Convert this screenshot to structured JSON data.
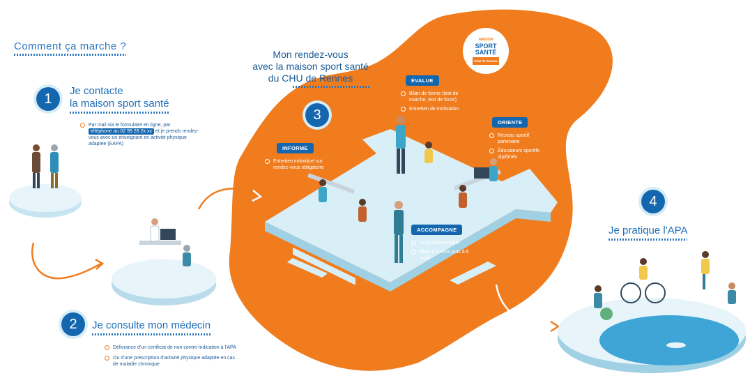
{
  "title": "Comment ça marche ?",
  "steps": [
    {
      "number": "1",
      "label_line1": "Je contacte",
      "label_line2": "la maison sport santé",
      "text_before": "Par mail via le formulaire en ligne,",
      "text_mid": "par",
      "chip": "téléphone au 02 99 28 2x xx",
      "text_after": "et je prends",
      "text2": "rendez-vous avec un enseignant en activité",
      "text3": "physique adaptée (EAPA)"
    },
    {
      "number": "2",
      "label": "Je consulte mon médecin",
      "bullets": [
        "Délivrance d'un certificat de non contre-indication à l'APA",
        "Ou d'une prescription d'activité physique adaptée en cas de maladie chronique"
      ]
    },
    {
      "number": "3",
      "label_line1": "Mon rendez-vous",
      "label_line2": "avec la maison sport santé",
      "label_line3": "du CHU de Rennes"
    },
    {
      "number": "4",
      "label": "Je pratique l'APA"
    }
  ],
  "logo": {
    "line1": "MAISON",
    "line2": "SPORT",
    "line3": "SANTÉ",
    "line4": "CHU de Rennes"
  },
  "boxes": {
    "evalue": {
      "tag": "ÉVALUE",
      "bullets": [
        "Bilan de forme (test de marche, test de force)",
        "Entretien de motivation"
      ]
    },
    "informe": {
      "tag": "INFORME",
      "bullets": [
        "Entretien individuel sur rendez-vous obligatoire"
      ]
    },
    "oriente": {
      "tag": "ORIENTE",
      "bullets": [
        "Réseau sportif partenaire",
        "Éducateurs sportifs diplômés"
      ]
    },
    "accompagne": {
      "tag": "ACCOMPAGNE",
      "bullets": [
        "Suivi téléphonique",
        "Bilan à 3 mois puis à 6 mois"
      ]
    }
  },
  "colors": {
    "orange": "#f07c1e",
    "blue": "#1466ae",
    "light_blue": "#d6ecf7"
  }
}
